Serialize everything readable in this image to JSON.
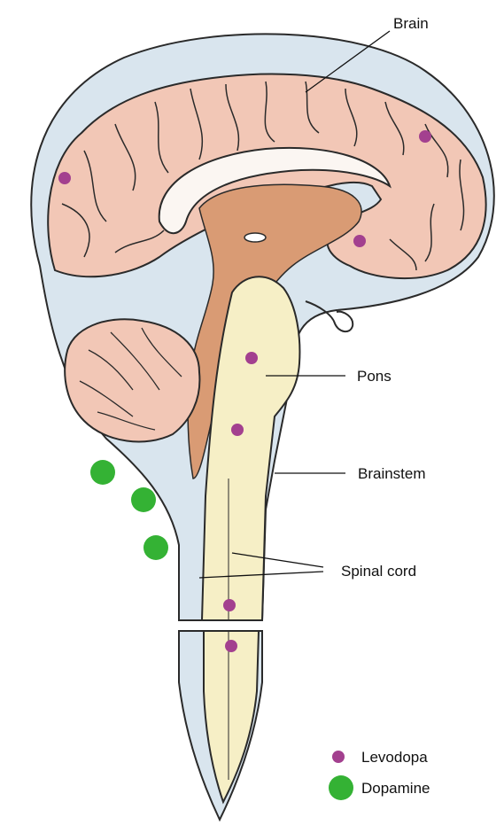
{
  "labels": {
    "brain": "Brain",
    "pons": "Pons",
    "brainstem": "Brainstem",
    "spinal_cord": "Spinal cord"
  },
  "legend": [
    {
      "label": "Levodopa",
      "color": "#a3408f",
      "marker": "small-dot"
    },
    {
      "label": "Dopamine",
      "color": "#34b234",
      "marker": "large-dot"
    }
  ],
  "colors": {
    "cortex": "#f2c7b6",
    "cortex_outline": "#2a2a2a",
    "csf": "#d9e5ee",
    "brainstem_tissue": "#d99b74",
    "spinal_cord": "#f6efc6",
    "white_matter": "#fbf6f2",
    "levodopa": "#a3408f",
    "dopamine": "#34b234"
  }
}
